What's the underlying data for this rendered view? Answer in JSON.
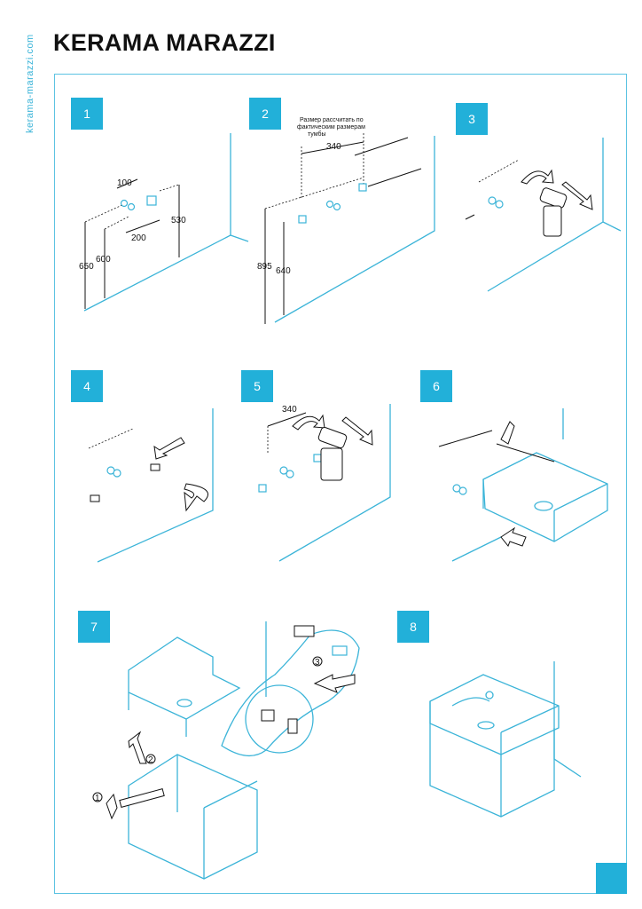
{
  "side_url": "kerama-marazzi.com",
  "brand": "KERAMA MARAZZI",
  "steps": [
    "1",
    "2",
    "3",
    "4",
    "5",
    "6",
    "7",
    "8"
  ],
  "step1": {
    "d100": "100",
    "d200": "200",
    "d530": "530",
    "d600": "600",
    "d650": "650"
  },
  "step2": {
    "note1": "Размер рассчитать по",
    "note2": "фактическим размерам",
    "note3": "тумбы",
    "d340": "340",
    "d895": "895",
    "d640": "640"
  },
  "step5": {
    "d340": "340"
  },
  "step7": {
    "c1": "1",
    "c2": "2",
    "c3": "3"
  },
  "colors": {
    "accent": "#22b0d9",
    "line": "#3bb4d8",
    "ink": "#111111"
  }
}
